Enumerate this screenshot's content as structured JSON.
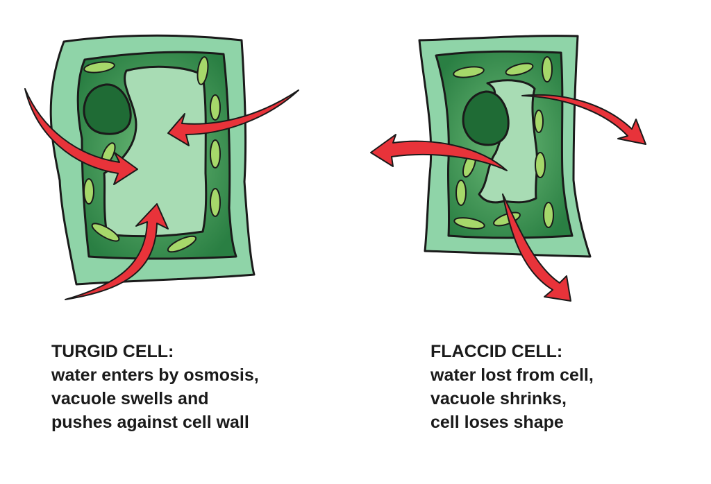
{
  "turgid": {
    "title": "TURGID CELL:",
    "lines": [
      "water enters by osmosis,",
      "vacuole swells and",
      "pushes against cell wall"
    ]
  },
  "flaccid": {
    "title": "FLACCID CELL:",
    "lines": [
      "water lost from cell,",
      "vacuole shrinks,",
      "cell loses shape"
    ]
  },
  "colors": {
    "cell_wall": "#8fd4a8",
    "cytoplasm": "#2f8a4a",
    "cytoplasm_light": "#5fb06c",
    "vacuole": "#a8dcb4",
    "nucleus": "#1f6b35",
    "chloroplast": "#a6d86a",
    "arrow": "#e8333a",
    "outline": "#1a1a1a"
  }
}
